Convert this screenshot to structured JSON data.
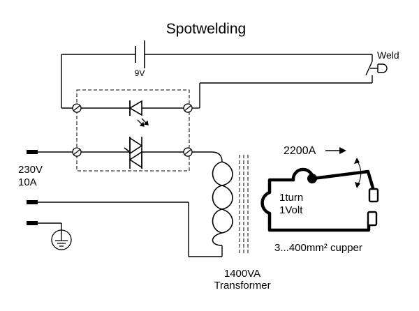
{
  "title": "Spotwelding",
  "labels": {
    "battery": "9V",
    "weld_switch": "Weld",
    "mains_voltage": "230V",
    "mains_current": "10A",
    "secondary_current": "2200A",
    "secondary_turns": "1turn",
    "secondary_voltage": "1Volt",
    "conductor": "3...400mm² cupper",
    "transformer_power": "1400VA",
    "transformer": "Transformer"
  },
  "icons": {
    "battery": "battery-icon",
    "push_switch": "push-button-switch-icon",
    "diode": "led-diode-icon",
    "light_rays": "optocoupler-light-icon",
    "triac": "triac-icon",
    "ground": "ground-icon",
    "coil": "transformer-coil-icon",
    "electrode": "weld-electrode-icon",
    "arrow": "current-direction-arrow-icon"
  }
}
